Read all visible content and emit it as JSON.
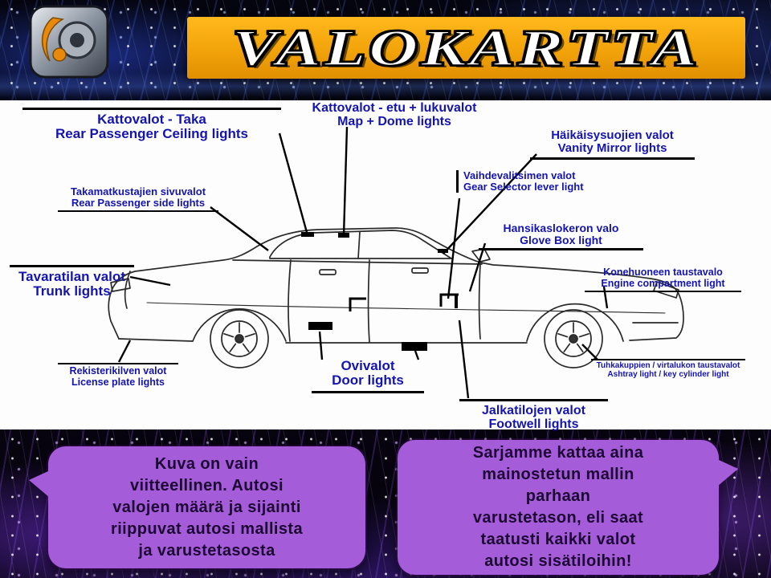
{
  "banner": {
    "title": "VALOKARTTA"
  },
  "logo": {
    "icon": "brand-logo"
  },
  "colors": {
    "banner_orange": "#F2A30A",
    "label_blue": "#1414B0",
    "bubble_purple": "#A55CD8",
    "line_black": "#000000",
    "background_dark": "#05060F",
    "logo_orange": "#E8890C"
  },
  "diagram": {
    "labels": [
      {
        "id": "rear-ceiling",
        "fi": "Kattovalot - Taka",
        "en": "Rear Passenger Ceiling lights"
      },
      {
        "id": "map-dome",
        "fi": "Kattovalot - etu + lukuvalot",
        "en": "Map + Dome lights"
      },
      {
        "id": "vanity",
        "fi": "Häikäisysuojien valot",
        "en": "Vanity Mirror lights"
      },
      {
        "id": "gear",
        "fi": "Vaihdevalitsimen valot",
        "en": "Gear Selector lever light"
      },
      {
        "id": "rear-side",
        "fi": "Takamatkustajien sivuvalot",
        "en": "Rear Passenger side lights"
      },
      {
        "id": "glove",
        "fi": "Hansikaslokeron valo",
        "en": "Glove Box light"
      },
      {
        "id": "trunk",
        "fi": "Tavaratilan valot",
        "en": "Trunk lights"
      },
      {
        "id": "engine",
        "fi": "Konehuoneen taustavalo",
        "en": "Engine compartment light"
      },
      {
        "id": "license",
        "fi": "Rekisterikilven valot",
        "en": "License plate lights"
      },
      {
        "id": "door",
        "fi": "Ovivalot",
        "en": "Door lights"
      },
      {
        "id": "ashtray",
        "fi": "Tuhkakuppien / virtalukon taustavalot",
        "en": "Ashtray light / key cylinder light"
      },
      {
        "id": "footwell",
        "fi": "Jalkatilojen valot",
        "en": "Footwell lights"
      }
    ]
  },
  "bubbles": {
    "left": {
      "lines": [
        "Kuva on vain",
        "viitteellinen. Autosi",
        "valojen määrä ja sijainti",
        "riippuvat autosi mallista",
        "ja varustetasosta"
      ]
    },
    "right": {
      "lines": [
        "Sarjamme kattaa aina",
        "mainostetun mallin",
        "parhaan",
        "varustetason, eli saat",
        "taatusti kaikki valot",
        "autosi sisätiloihin!"
      ]
    }
  }
}
